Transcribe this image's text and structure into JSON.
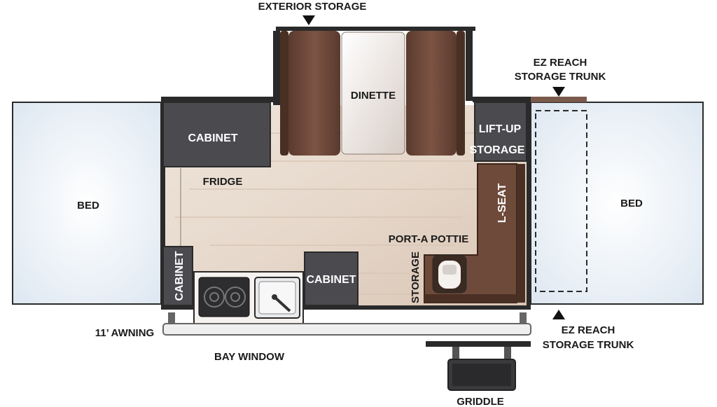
{
  "labels": {
    "exterior_storage": "EXTERIOR STORAGE",
    "dinette": "DINETTE",
    "ez_reach_top_line1": "EZ REACH",
    "ez_reach_top_line2": "STORAGE TRUNK",
    "lift_up_line1": "LIFT-UP",
    "lift_up_line2": "STORAGE",
    "cabinet_top": "CABINET",
    "fridge": "FRIDGE",
    "bed_left": "BED",
    "bed_right": "BED",
    "l_seat": "L-SEAT",
    "port_a_pottie": "PORT-A POTTIE",
    "storage_vertical": "STORAGE",
    "cabinet_left": "CABINET",
    "cabinet_mid": "CABINET",
    "awning": "11’ AWNING",
    "bay_window": "BAY WINDOW",
    "ez_reach_bottom_line1": "EZ REACH",
    "ez_reach_bottom_line2": "STORAGE TRUNK",
    "griddle": "GRIDDLE"
  },
  "colors": {
    "wall": "#2a2a2a",
    "cabinet": "#4a4a4f",
    "upholstery": "#6e4a3a",
    "bed": "#e8f0f7",
    "floor": "#e9ddd2",
    "trunk_trim": "#7a5a4a"
  }
}
